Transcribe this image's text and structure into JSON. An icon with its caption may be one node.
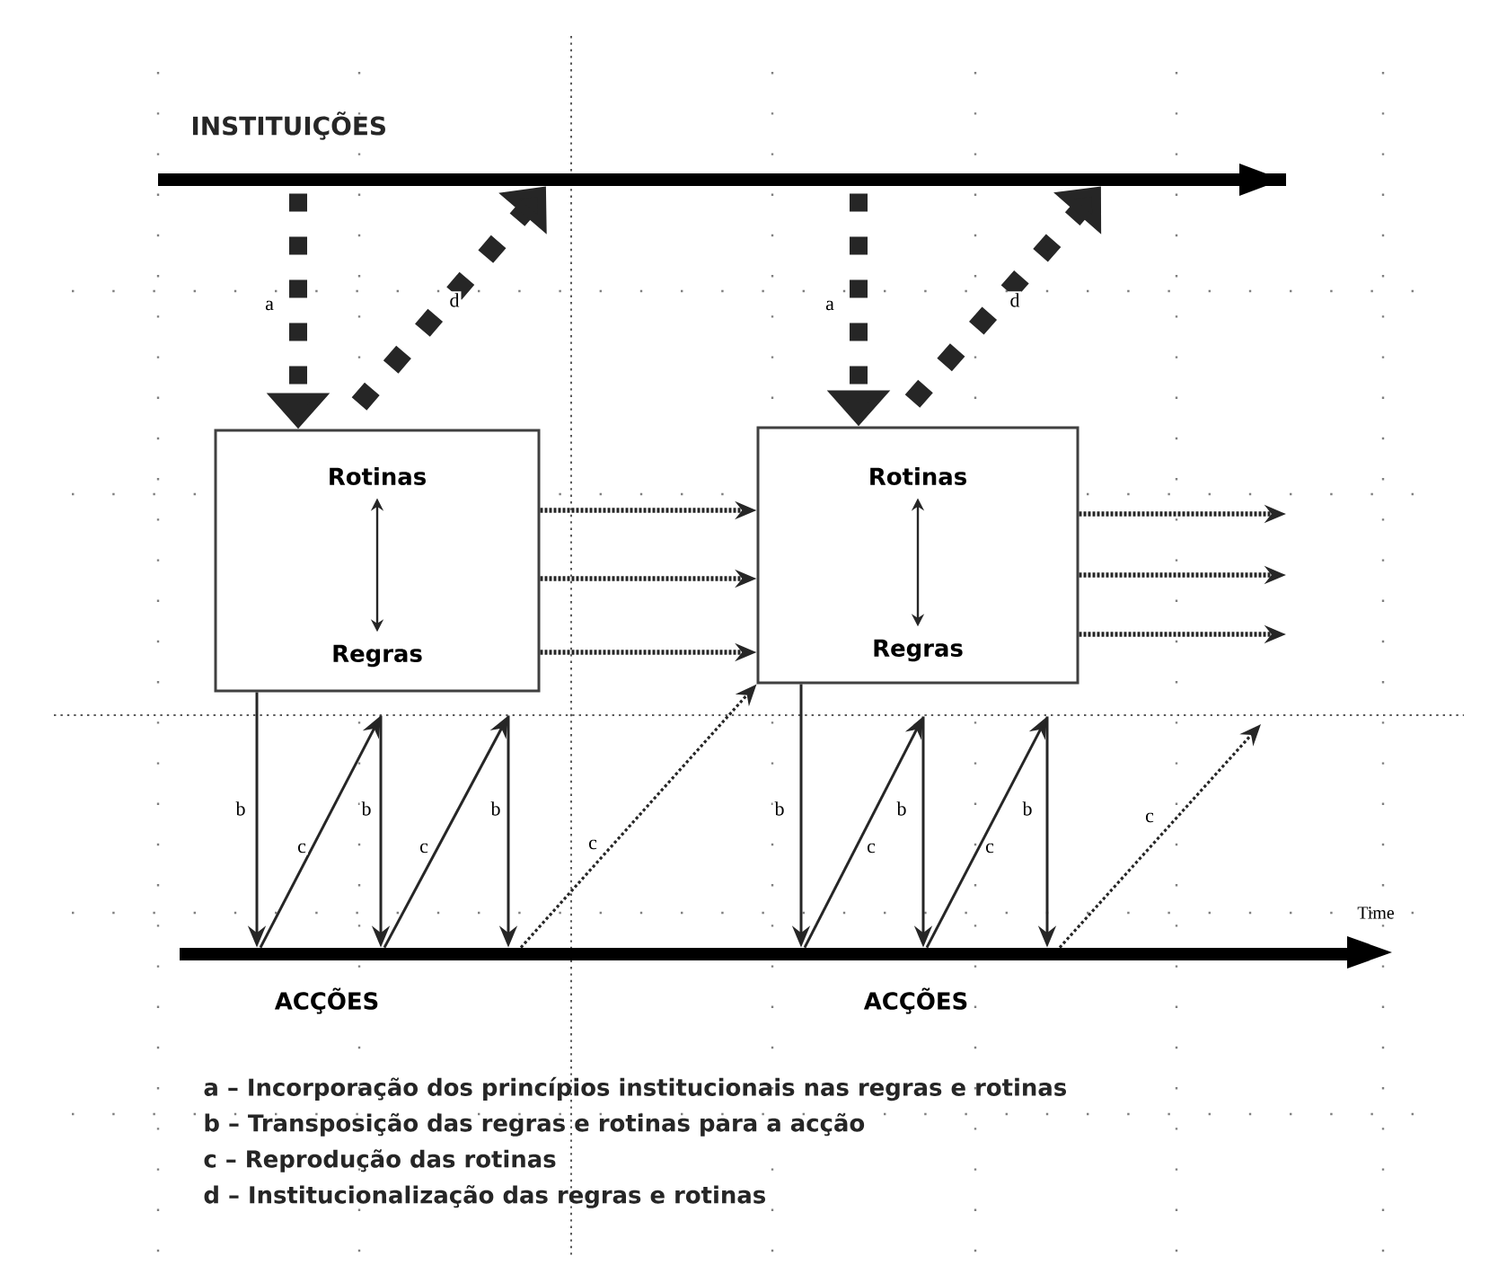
{
  "diagram": {
    "nodes": [
      {
        "text": [
          "INSTITUIÇÕES"
        ]
      },
      {
        "text": [],
        "shape": "box"
      },
      {
        "text": [
          "Rotinas"
        ],
        "in": 1
      },
      {
        "text": [
          "Regras"
        ],
        "in": 1
      },
      {
        "text": [],
        "shape": "box"
      },
      {
        "text": [
          "Rotinas"
        ],
        "in": 4
      },
      {
        "text": [
          "Regras"
        ],
        "in": 4
      },
      {
        "text": [
          "ACÇÕES",
          "ACÇÕES"
        ],
        "beside": [
          "Time"
        ]
      }
    ],
    "edges": [
      {
        "from": 0,
        "to": 1,
        "arrow": "to",
        "label": "a",
        "style": "dashed"
      },
      {
        "from": 1,
        "to": 0,
        "arrow": "to",
        "label": "d",
        "style": "dashed"
      },
      {
        "from": 0,
        "to": 4,
        "arrow": "to",
        "label": "a",
        "style": "dashed"
      },
      {
        "from": 4,
        "to": 0,
        "arrow": "to",
        "label": "d",
        "style": "dashed"
      },
      {
        "from": 2,
        "to": 3,
        "arrow": "both"
      },
      {
        "from": 5,
        "to": 6,
        "arrow": "both"
      },
      {
        "from": 1,
        "to": 4,
        "arrow": "to",
        "style": "dashed"
      },
      {
        "from": 1,
        "to": 4,
        "arrow": "to",
        "style": "dashed"
      },
      {
        "from": 1,
        "to": 4,
        "arrow": "to",
        "style": "dashed"
      },
      {
        "from": 4,
        "to": null,
        "arrow": "to",
        "style": "dashed"
      },
      {
        "from": 4,
        "to": null,
        "arrow": "to",
        "style": "dashed"
      },
      {
        "from": 4,
        "to": null,
        "arrow": "to",
        "style": "dashed"
      },
      {
        "from": 1,
        "to": 7,
        "arrow": "to",
        "label": "b"
      },
      {
        "from": 7,
        "to": 1,
        "arrow": "to",
        "label": "c"
      },
      {
        "from": 1,
        "to": 7,
        "arrow": "to",
        "label": "b"
      },
      {
        "from": 7,
        "to": 1,
        "arrow": "to",
        "label": "c"
      },
      {
        "from": 1,
        "to": 7,
        "arrow": "to",
        "label": "b"
      },
      {
        "from": 7,
        "to": 4,
        "arrow": "to",
        "label": "c",
        "style": "dashed"
      },
      {
        "from": 4,
        "to": 7,
        "arrow": "to",
        "label": "b"
      },
      {
        "from": 7,
        "to": 4,
        "arrow": "to",
        "label": "c"
      },
      {
        "from": 4,
        "to": 7,
        "arrow": "to",
        "label": "b"
      },
      {
        "from": 7,
        "to": 4,
        "arrow": "to",
        "label": "c"
      },
      {
        "from": 4,
        "to": 7,
        "arrow": "to",
        "label": "b"
      },
      {
        "from": 7,
        "to": null,
        "arrow": "to",
        "label": "c",
        "style": "dashed"
      }
    ],
    "labels": [
      "a – Incorporação dos princípios institucionais nas regras e rotinas",
      "b – Transposição das regras e rotinas para a acção",
      "c – Reprodução das rotinas",
      "d – Institucionalização das regras e rotinas"
    ]
  }
}
